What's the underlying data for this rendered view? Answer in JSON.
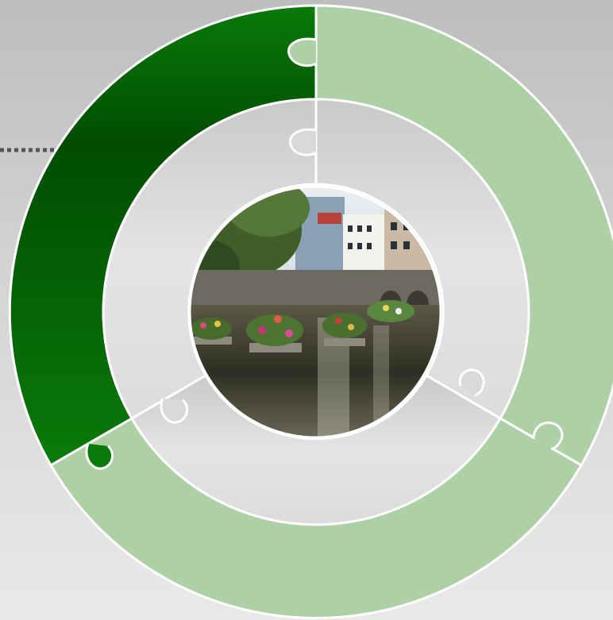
{
  "diagram": {
    "type": "puzzle-ring",
    "outer_ring": {
      "segments": [
        {
          "id": "top-left",
          "color": "#0a7a0a",
          "color_dark": "#014d01",
          "highlighted": true
        },
        {
          "id": "right",
          "color": "#aed0a6",
          "highlighted": false
        },
        {
          "id": "bottom",
          "color": "#aed0a6",
          "highlighted": false
        }
      ]
    },
    "inner_ring": {
      "segments": [
        {
          "id": "inner-top-left",
          "color": "#d9d9d9"
        },
        {
          "id": "inner-right",
          "color": "#d9d9d9"
        },
        {
          "id": "inner-bottom",
          "color": "#d9d9d9"
        }
      ]
    },
    "center": {
      "image": "town-river-photo",
      "description_icon": "photo-icon"
    },
    "connector": {
      "style": "dotted",
      "color": "#555555"
    },
    "colors": {
      "divider": "#ffffff",
      "accent": "#0a7a0a"
    }
  }
}
